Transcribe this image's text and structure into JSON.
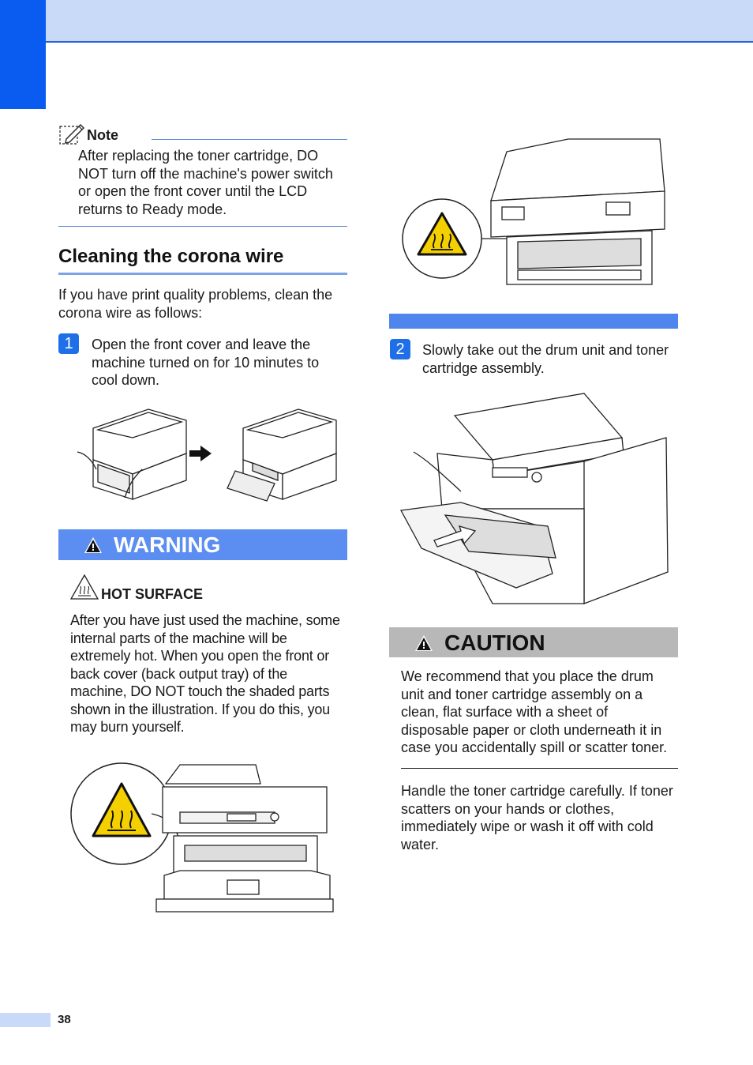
{
  "note": {
    "label": "Note",
    "body": "After replacing the toner cartridge, DO NOT turn off the machine's power switch or open the front cover until the LCD returns to Ready mode."
  },
  "section": {
    "title": "Cleaning the corona wire",
    "intro": "If you have print quality problems, clean the corona wire as follows:"
  },
  "steps": [
    {
      "num": "1",
      "text": "Open the front cover and leave the machine turned on for 10 minutes to cool down."
    },
    {
      "num": "2",
      "text": "Slowly take out the drum unit and toner cartridge assembly."
    }
  ],
  "warning": {
    "label": "WARNING",
    "subhead": "HOT SURFACE",
    "body": "After you have just used the machine, some internal parts of the machine will be extremely hot. When you open the front or back cover (back output tray) of the machine, DO NOT touch the shaded parts shown in the illustration. If you do this, you may burn yourself."
  },
  "caution": {
    "label": "CAUTION",
    "body1": "We recommend that you place the drum unit and toner cartridge assembly on a clean, flat surface with a sheet of disposable paper or cloth underneath it in case you accidentally spill or scatter toner.",
    "body2": "Handle the toner cartridge carefully. If toner scatters on your hands or clothes, immediately wipe or wash it off with cold water."
  },
  "page_number": "38",
  "colors": {
    "accent_blue": "#0a5cf0",
    "header_light": "#c9daf8",
    "warning_bar": "#5b8ef0",
    "caution_bar": "#b8b8b8",
    "hot_symbol": "#f5d000"
  }
}
